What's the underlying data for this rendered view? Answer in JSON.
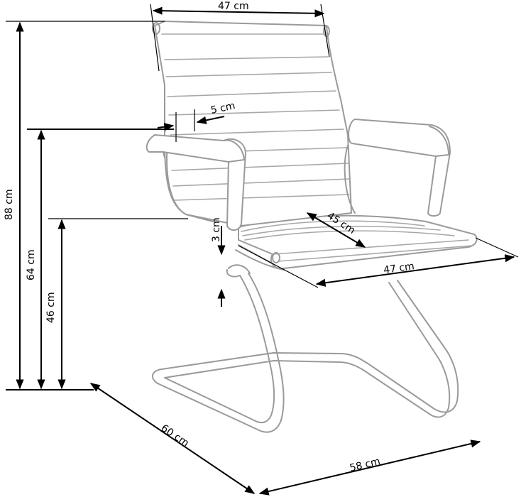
{
  "diagram": {
    "subject": "Cantilever office chair with ribbed backrest and armrests",
    "line_color": "#9a9a9a",
    "dimension_color": "#000000",
    "dimensions": {
      "total_height": "88 cm",
      "armrest_height": "64 cm",
      "seat_height": "46 cm",
      "backrest_width": "47 cm",
      "backrest_armrest_offset": "5 cm",
      "seat_thickness": "3 cm",
      "seat_depth": "45 cm",
      "seat_width": "47 cm",
      "base_depth": "60 cm",
      "base_width": "58 cm"
    }
  }
}
